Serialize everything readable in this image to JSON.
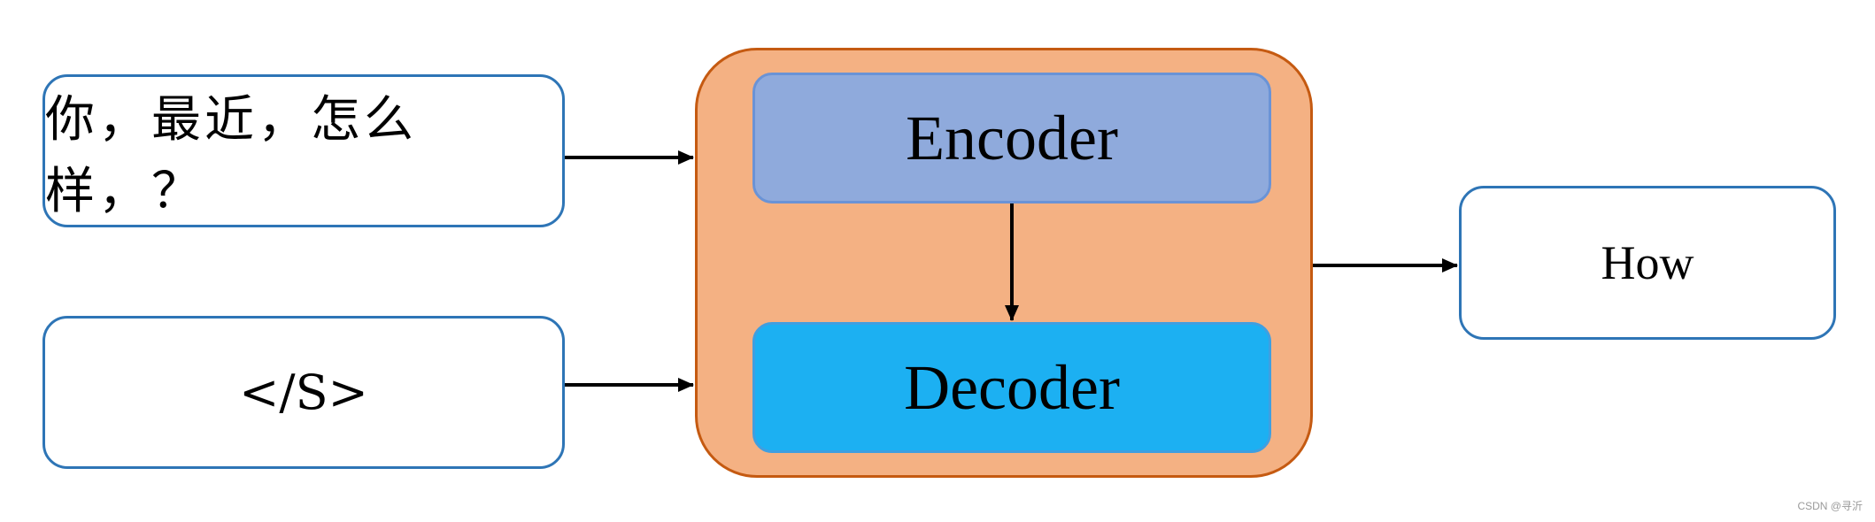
{
  "diagram": {
    "input_sentence": "你，最近，怎么样，？",
    "start_token": "</S>",
    "encoder_label": "Encoder",
    "decoder_label": "Decoder",
    "output_word": "How",
    "watermark": "CSDN @寻沂"
  },
  "colors": {
    "io_border": "#2e75b6",
    "model_fill": "#f4b183",
    "model_border": "#c55a11",
    "encoder_fill": "#8faadc",
    "decoder_fill": "#1cb0f2",
    "arrow": "#000000"
  }
}
